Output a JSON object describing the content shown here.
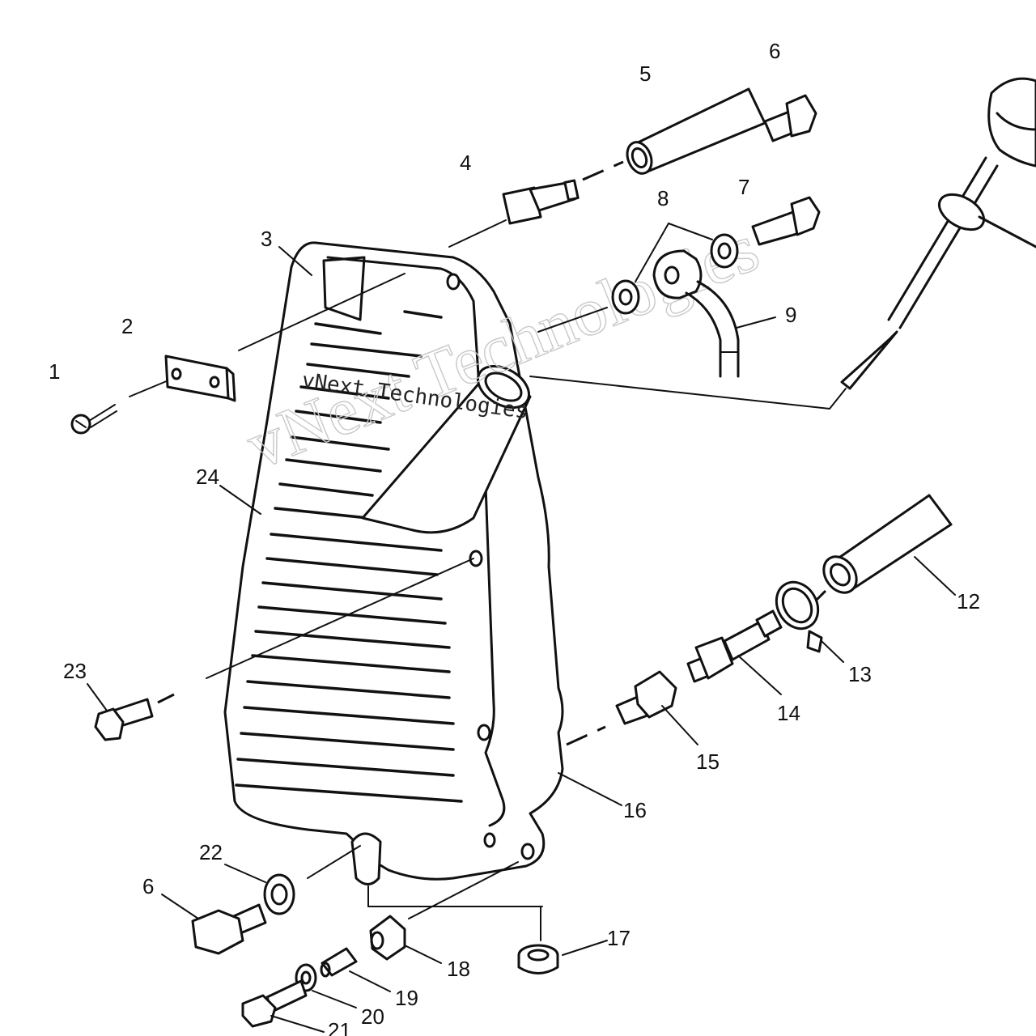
{
  "diagram": {
    "watermark": "vNext Technologies",
    "callouts": [
      "1",
      "2",
      "3",
      "4",
      "5",
      "6",
      "7",
      "8",
      "9",
      "12",
      "13",
      "14",
      "15",
      "16",
      "17",
      "18",
      "19",
      "20",
      "21",
      "22",
      "23",
      "24",
      "6"
    ]
  }
}
